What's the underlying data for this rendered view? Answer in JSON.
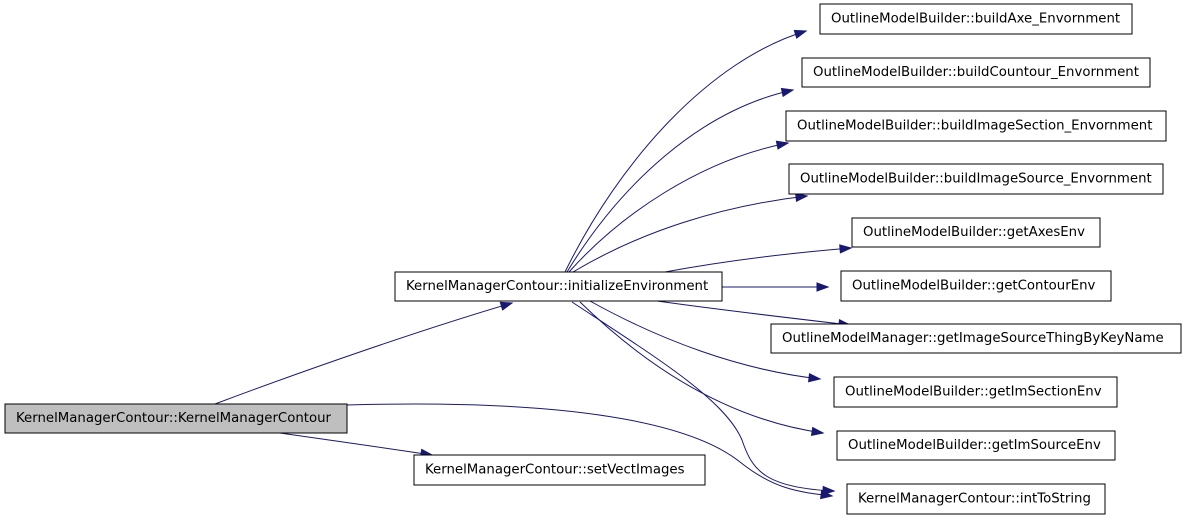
{
  "graph": {
    "nodes": [
      {
        "id": "n0",
        "label": "KernelManagerContour::KernelManagerContour",
        "root": true
      },
      {
        "id": "n1",
        "label": "KernelManagerContour::initializeEnvironment"
      },
      {
        "id": "n2",
        "label": "KernelManagerContour::setVectImages"
      },
      {
        "id": "n3",
        "label": "OutlineModelBuilder::buildAxe_Envornment"
      },
      {
        "id": "n4",
        "label": "OutlineModelBuilder::buildCountour_Envornment"
      },
      {
        "id": "n5",
        "label": "OutlineModelBuilder::buildImageSection_Envornment"
      },
      {
        "id": "n6",
        "label": "OutlineModelBuilder::buildImageSource_Envornment"
      },
      {
        "id": "n7",
        "label": "OutlineModelBuilder::getAxesEnv"
      },
      {
        "id": "n8",
        "label": "OutlineModelBuilder::getContourEnv"
      },
      {
        "id": "n9",
        "label": "OutlineModelManager::getImageSourceThingByKeyName"
      },
      {
        "id": "n10",
        "label": "OutlineModelBuilder::getImSectionEnv"
      },
      {
        "id": "n11",
        "label": "OutlineModelBuilder::getImSourceEnv"
      },
      {
        "id": "n12",
        "label": "KernelManagerContour::intToString"
      }
    ],
    "edges": [
      {
        "from": "n0",
        "to": "n1"
      },
      {
        "from": "n0",
        "to": "n2"
      },
      {
        "from": "n0",
        "to": "n12"
      },
      {
        "from": "n1",
        "to": "n3"
      },
      {
        "from": "n1",
        "to": "n4"
      },
      {
        "from": "n1",
        "to": "n5"
      },
      {
        "from": "n1",
        "to": "n6"
      },
      {
        "from": "n1",
        "to": "n7"
      },
      {
        "from": "n1",
        "to": "n8"
      },
      {
        "from": "n1",
        "to": "n9"
      },
      {
        "from": "n1",
        "to": "n10"
      },
      {
        "from": "n1",
        "to": "n11"
      },
      {
        "from": "n1",
        "to": "n12"
      }
    ],
    "colors": {
      "edge": "#191970",
      "root_fill": "#bfbfbf",
      "node_fill": "#ffffff",
      "border": "#000000"
    }
  }
}
